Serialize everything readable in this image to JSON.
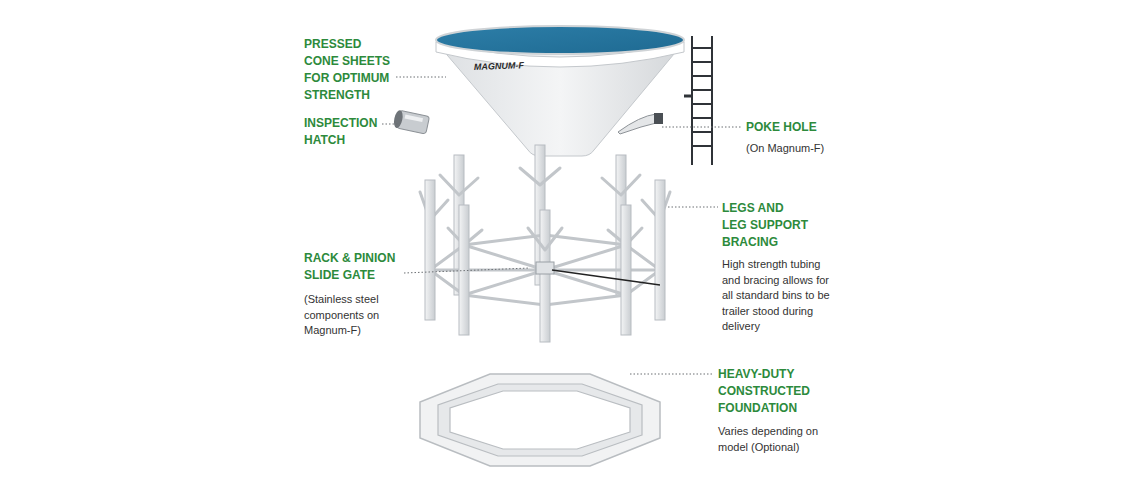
{
  "diagram": {
    "labels": [
      "PRESSED CONE SHEETS FOR OPTIMUM STRENGTH",
      "MAGNUM-F",
      "INSPECTION HATCH",
      "POKE HOLE",
      "(On Magnum-F)",
      "LEGS AND LEG SUPPORT BRACING",
      "High strength tubing and bracing allows for all standard bins to be trailer stood during delivery",
      "RACK & PINION SLIDE GATE",
      "(Stainless steel components on Magnum-F)",
      "HEAVY-DUTY CONSTRUCTED FOUNDATION",
      "Varies depending on model (Optional)"
    ]
  }
}
